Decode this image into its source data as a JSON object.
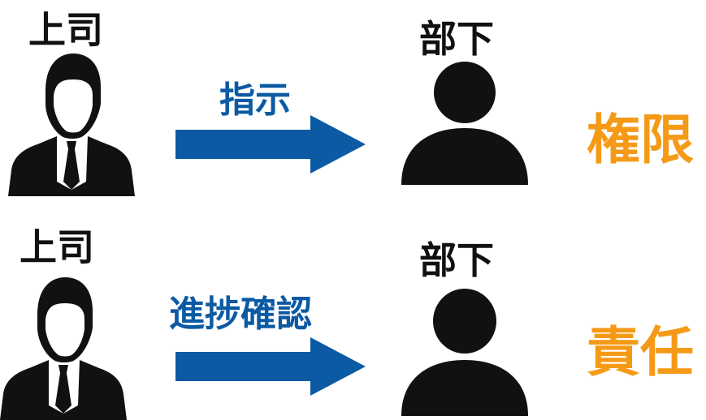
{
  "colors": {
    "figure": "#111111",
    "arrow": "#0b5aa3",
    "action_text": "#0b5aa3",
    "concept_text": "#f59a17"
  },
  "icons": {
    "boss": "businessman-icon",
    "subordinate": "person-icon",
    "arrow": "right-arrow-icon"
  },
  "rows": [
    {
      "boss_label": "上司",
      "action_label": "指示",
      "subordinate_label": "部下",
      "concept_label": "権限"
    },
    {
      "boss_label": "上司",
      "action_label": "進捗確認",
      "subordinate_label": "部下",
      "concept_label": "責任"
    }
  ]
}
